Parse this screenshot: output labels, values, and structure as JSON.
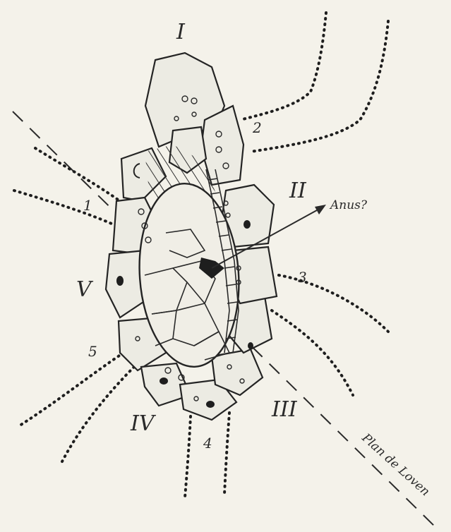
{
  "labels": {
    "rays": {
      "r1": "I",
      "r2": "II",
      "r3": "III",
      "r4": "IV",
      "r5": "V"
    },
    "interrays": {
      "n1": "1",
      "n2": "2",
      "n3": "3",
      "n4": "4",
      "n5": "5"
    },
    "anus": "Anus?",
    "loven_plane": "Plan de Loven"
  },
  "colors": {
    "ink": "#242424",
    "paper": "#f4f2ea"
  }
}
